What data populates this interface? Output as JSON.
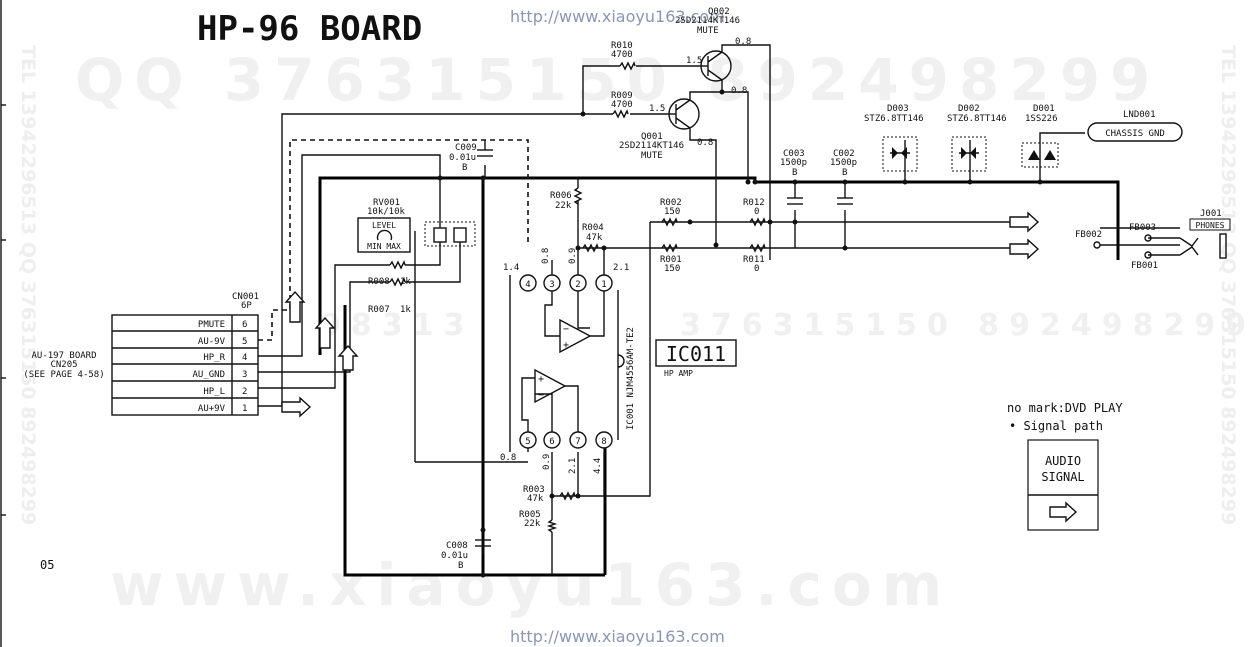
{
  "title": "HP-96 BOARD",
  "watermarks": {
    "url_top": "http://www.xiaoyu163.com",
    "url_bottom": "http://www.xiaoyu163.com",
    "qq_line": "QQ 376315150 892498299",
    "mid_line": "376315150 892498299",
    "mid_left": "98313",
    "www_line": "www.xiaoyu163.com",
    "tel_left": "TEL 13942296513 QQ 376315150 892498299",
    "tel_right": "TEL 13942296513 QQ 376315150 892498299"
  },
  "page_number": "05",
  "connector": {
    "ref": "CN001",
    "type": "6P",
    "pins": [
      {
        "label": "PMUTE",
        "num": "6"
      },
      {
        "label": "AU-9V",
        "num": "5"
      },
      {
        "label": "HP_R",
        "num": "4"
      },
      {
        "label": "AU_GND",
        "num": "3"
      },
      {
        "label": "HP_L",
        "num": "2"
      },
      {
        "label": "AU+9V",
        "num": "1"
      }
    ]
  },
  "au_board": {
    "line1": "AU-197 BOARD",
    "line2": "CN205",
    "line3": "(SEE PAGE 4-58)"
  },
  "rv001": {
    "ref": "RV001",
    "value": "10k/10k",
    "label": "LEVEL",
    "range": "MIN MAX"
  },
  "resistors": {
    "r008": {
      "ref": "R008",
      "value": "1k"
    },
    "r007": {
      "ref": "R007",
      "value": "1k"
    },
    "r006": {
      "ref": "R006",
      "value": "22k"
    },
    "r004": {
      "ref": "R004",
      "value": "47k"
    },
    "r003": {
      "ref": "R003",
      "value": "47k"
    },
    "r005": {
      "ref": "R005",
      "value": "22k"
    },
    "r002": {
      "ref": "R002",
      "value": "150"
    },
    "r001": {
      "ref": "R001",
      "value": "150"
    },
    "r012": {
      "ref": "R012",
      "value": "0"
    },
    "r011": {
      "ref": "R011",
      "value": "0"
    },
    "r010": {
      "ref": "R010",
      "value": "4700"
    },
    "r009": {
      "ref": "R009",
      "value": "4700"
    }
  },
  "capacitors": {
    "c009": {
      "ref": "C009",
      "value": "0.01u",
      "type": "B"
    },
    "c008": {
      "ref": "C008",
      "value": "0.01u",
      "type": "B"
    },
    "c003": {
      "ref": "C003",
      "value": "1500p",
      "type": "B"
    },
    "c002": {
      "ref": "C002",
      "value": "1500p",
      "type": "B"
    }
  },
  "transistors": {
    "q002": {
      "ref": "Q002",
      "part": "2SD2114KT146",
      "label": "MUTE"
    },
    "q001": {
      "ref": "Q001",
      "part": "2SD2114KT146",
      "label": "MUTE"
    }
  },
  "diodes": {
    "d003": {
      "ref": "D003",
      "part": "STZ6.8TT146"
    },
    "d002": {
      "ref": "D002",
      "part": "STZ6.8TT146"
    },
    "d001": {
      "ref": "D001",
      "part": "1SS226"
    }
  },
  "lnd001": {
    "ref": "LND001",
    "label": "CHASSIS GND"
  },
  "ic": {
    "ref": "IC011",
    "desc": "HP AMP",
    "vertical": "IC001 NJM4556AM-TE2",
    "pins_top": [
      "4",
      "3",
      "2",
      "1"
    ],
    "pins_bottom": [
      "5",
      "6",
      "7",
      "8"
    ]
  },
  "voltages": {
    "p4": "1.4",
    "p3": "0.8",
    "p2": "0.9",
    "p1": "2.1",
    "p5": "0.8",
    "p6": "0.9",
    "p7": "2.1",
    "p8": "4.4",
    "q002_b": "1.5",
    "q002_c": "0.8",
    "q002_e": "0.8",
    "q001_b": "1.5",
    "q001_e": "0.8"
  },
  "ferrites": {
    "fb001": "FB001",
    "fb002": "FB002",
    "fb003": "FB003"
  },
  "jack": {
    "ref": "J001",
    "label": "PHONES"
  },
  "legend": {
    "line1": "no mark:DVD PLAY",
    "line2": "• Signal path"
  },
  "audio_signal": {
    "line1": "AUDIO",
    "line2": "SIGNAL"
  }
}
